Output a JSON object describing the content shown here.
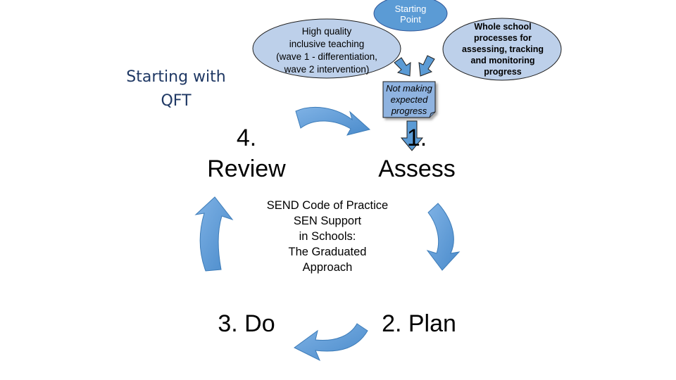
{
  "diagram": {
    "left_label": "Starting with\nQFT",
    "bubble_quality_teaching": "High quality\ninclusive teaching\n(wave 1 - differentiation,\nwave 2 intervention)",
    "bubble_starting_point": "Starting\nPoint",
    "bubble_whole_school": "Whole school\nprocesses for\nassessing, tracking\nand monitoring\nprogress",
    "box_not_making_progress": "Not making\nexpected\nprogress",
    "stage_review": "4.\nReview",
    "stage_assess": "1.\nAssess",
    "stage_plan": "2. Plan",
    "stage_do": "3. Do",
    "center_text": "SEND Code of Practice\nSEN Support\nin Schools:\nThe Graduated\nApproach"
  },
  "colors": {
    "arrow_fill": "#5b9bd5",
    "arrow_dark": "#3d7cb8",
    "bubble_fill": "#bdd0ea",
    "bubble_stroke": "#1f1f1f",
    "starting_point_fill": "#5b9bd5",
    "note_box_fill": "#8fb3e0",
    "left_label_color": "#1f3864"
  },
  "icons": {
    "cycle_arrows": "curved-arrow",
    "down_arrow": "arrow-down-icon",
    "diagonal_arrows": "arrow-down-right-icon"
  }
}
